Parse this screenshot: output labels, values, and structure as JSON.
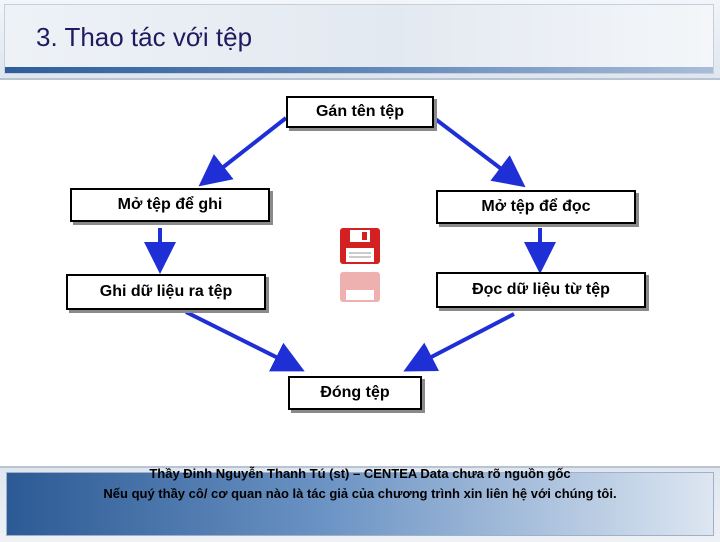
{
  "slide": {
    "title": "3. Thao tác với tệp"
  },
  "diagram": {
    "nodes": {
      "name_file": "Gán tên tệp",
      "open_write": "Mở tệp để ghi",
      "open_read": "Mở tệp để đọc",
      "write_data": "Ghi dữ liệu ra tệp",
      "read_data": "Đọc dữ liệu từ tệp",
      "close_file": "Đóng tệp"
    },
    "arrow_color": "#1f2fd6",
    "disk_icon": "floppy-disk-icon"
  },
  "footer": {
    "line1": "Thầy Đinh Nguyễn Thanh Tú (st) – CENTEA Data chưa rõ nguồn gốc",
    "line2": "Nếu quý thầy cô/ cơ quan nào là tác giả của chương trình xin liên hệ với chúng tôi."
  }
}
